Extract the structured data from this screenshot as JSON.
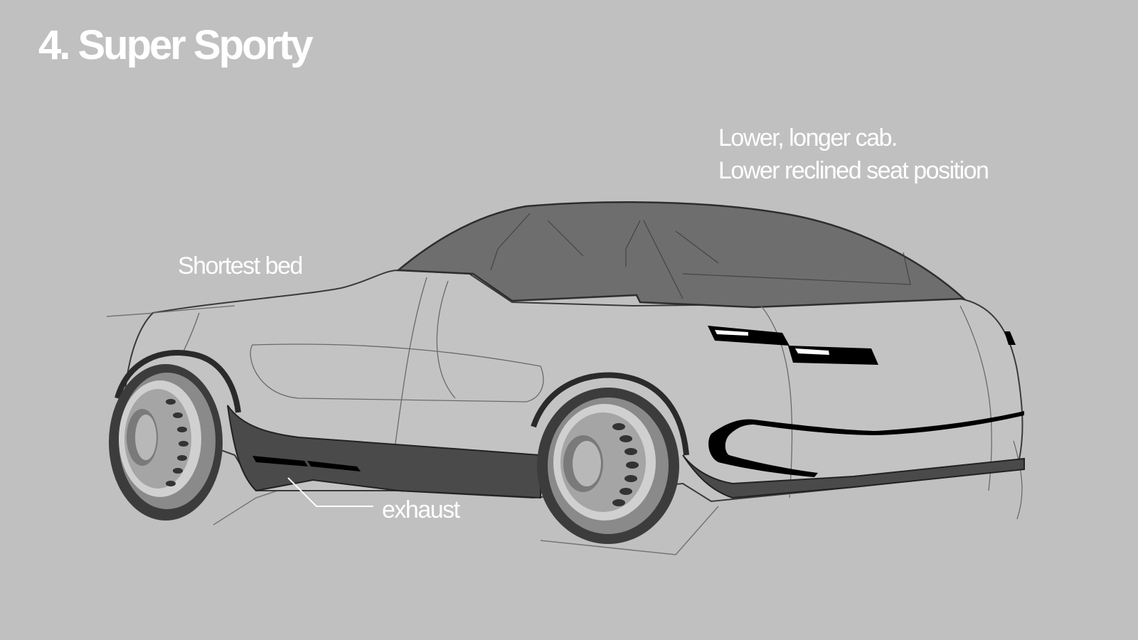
{
  "slide": {
    "title": "4. Super Sporty",
    "background_color": "#c0c0c0",
    "text_color": "#ffffff"
  },
  "annotations": {
    "cab_line1": "Lower, longer cab.",
    "cab_line2": "Lower reclined seat position",
    "bed": "Shortest bed",
    "exhaust": "exhaust"
  },
  "illustration": {
    "subject": "car-sketch",
    "style": "grayscale marker sketch, rear three-quarter view",
    "colors": {
      "body": "#c2c2c2",
      "glass": "#6e6e6e",
      "lower_cladding": "#4a4a4a",
      "lights": "#000000",
      "tire": "#3c3c3c"
    }
  }
}
